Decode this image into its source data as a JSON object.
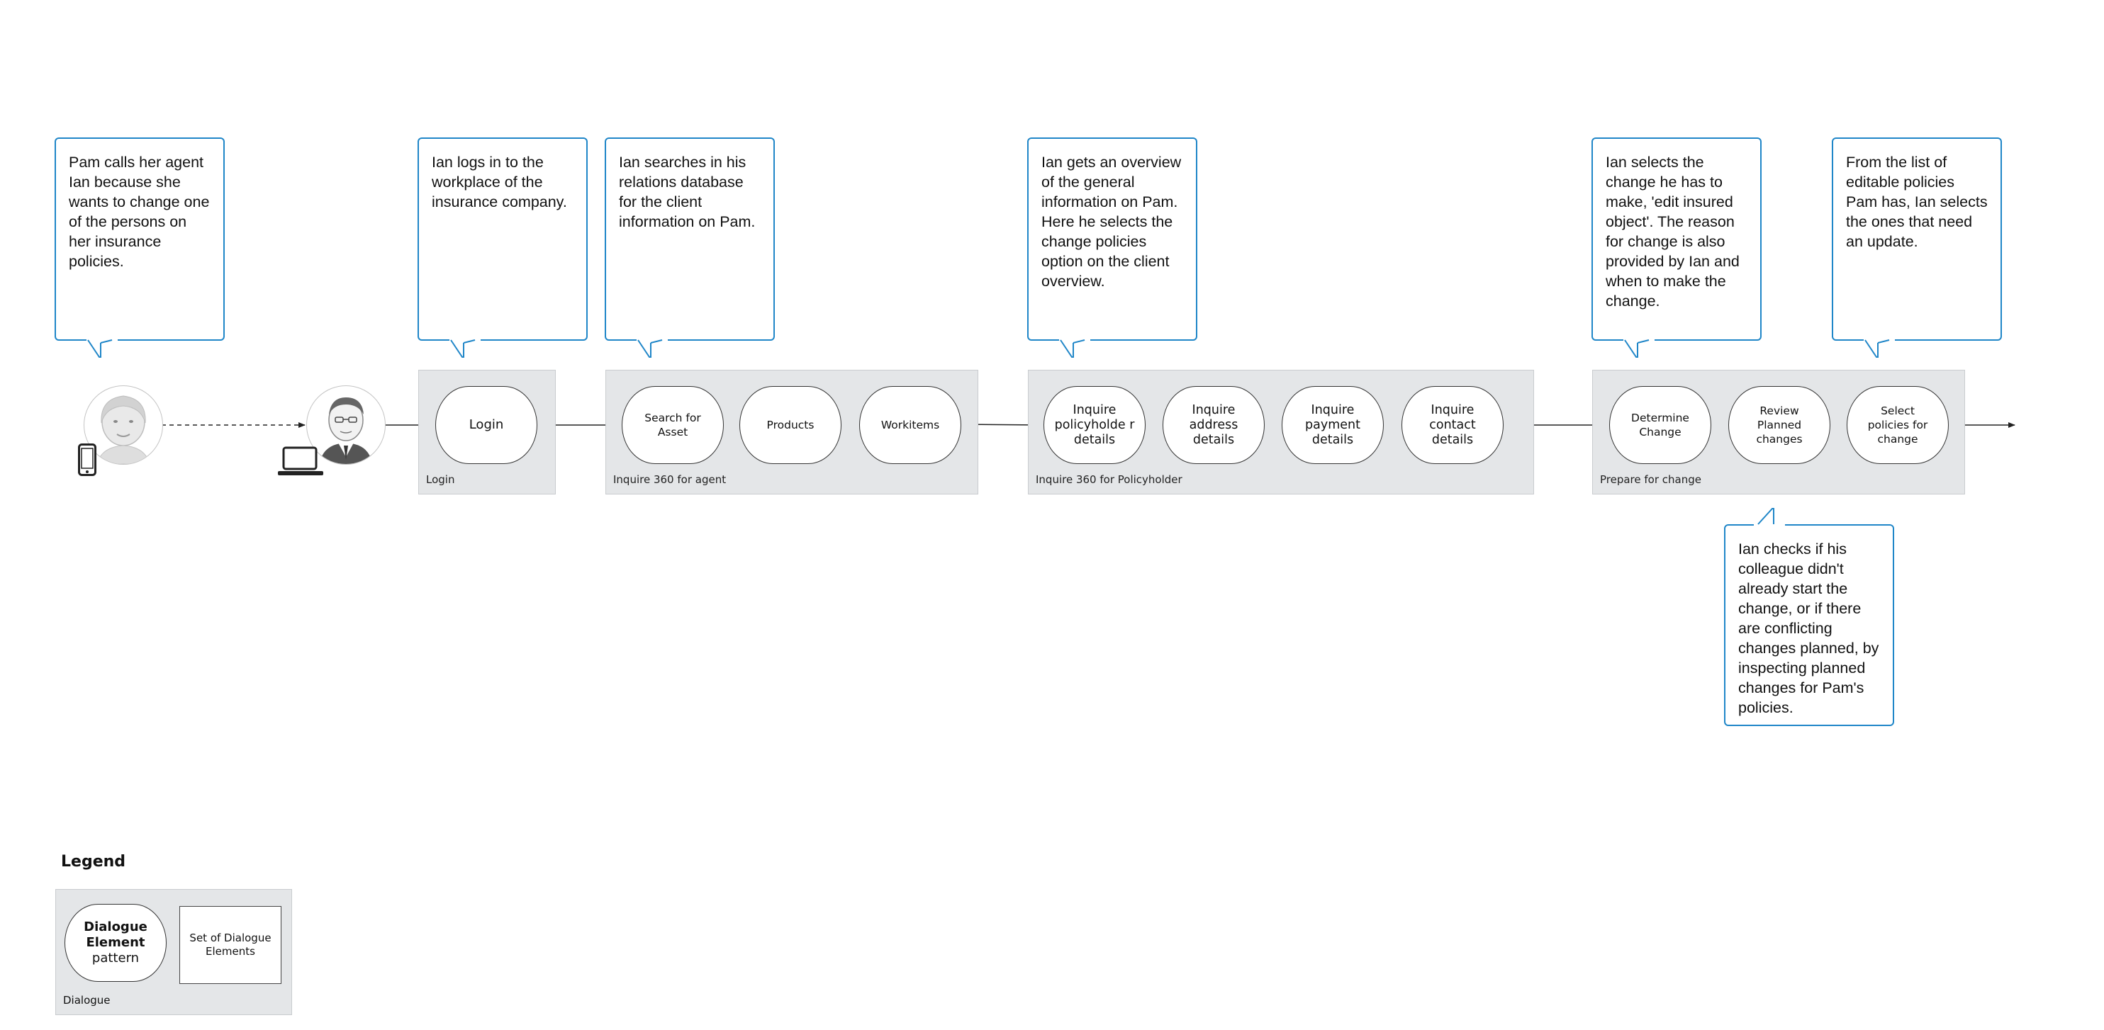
{
  "callouts": {
    "pam_calls": "Pam calls her agent Ian because she wants to change one of the persons on her insurance policies.",
    "ian_logs_in": "Ian logs in to the workplace of the insurance company.",
    "ian_searches": "Ian searches in his relations database for the client information on Pam.",
    "ian_overview": "Ian gets an overview of the general information on Pam. Here he selects the change policies option on the client overview.",
    "ian_selects_change": "Ian selects the change he has to make, 'edit insured object'. The reason for change is also provided by Ian and when to make the change.",
    "ian_selects_policies": "From the list of editable policies Pam has, Ian selects the ones that need an update.",
    "ian_checks": "Ian checks if his colleague didn't already start the change, or if there are conflicting changes planned, by inspecting planned changes for Pam's policies."
  },
  "groups": {
    "login": {
      "label": "Login",
      "elements": [
        "Login"
      ]
    },
    "inquire_agent": {
      "label": "Inquire 360 for agent",
      "elements": [
        "Search for Asset",
        "Products",
        "Workitems"
      ]
    },
    "inquire_policyholder": {
      "label": "Inquire 360 for Policyholder",
      "elements": [
        "Inquire policyholde r details",
        "Inquire address details",
        "Inquire payment details",
        "Inquire contact details"
      ]
    },
    "prepare_change": {
      "label": "Prepare for change",
      "elements": [
        "Determine Change",
        "Review Planned changes",
        "Select policies for change"
      ]
    }
  },
  "actors": {
    "pam": {
      "icon": "pam-portrait-icon",
      "device": "smartphone-icon"
    },
    "ian": {
      "icon": "ian-portrait-icon",
      "device": "laptop-icon"
    }
  },
  "legend": {
    "title": "Legend",
    "element_bold": "Dialogue Element",
    "element_rest": "pattern",
    "set": "Set of Dialogue Elements",
    "group_label": "Dialogue"
  },
  "colors": {
    "callout_border": "#1f86c8",
    "group_fill": "#e4e6e8",
    "element_border": "#333333"
  }
}
